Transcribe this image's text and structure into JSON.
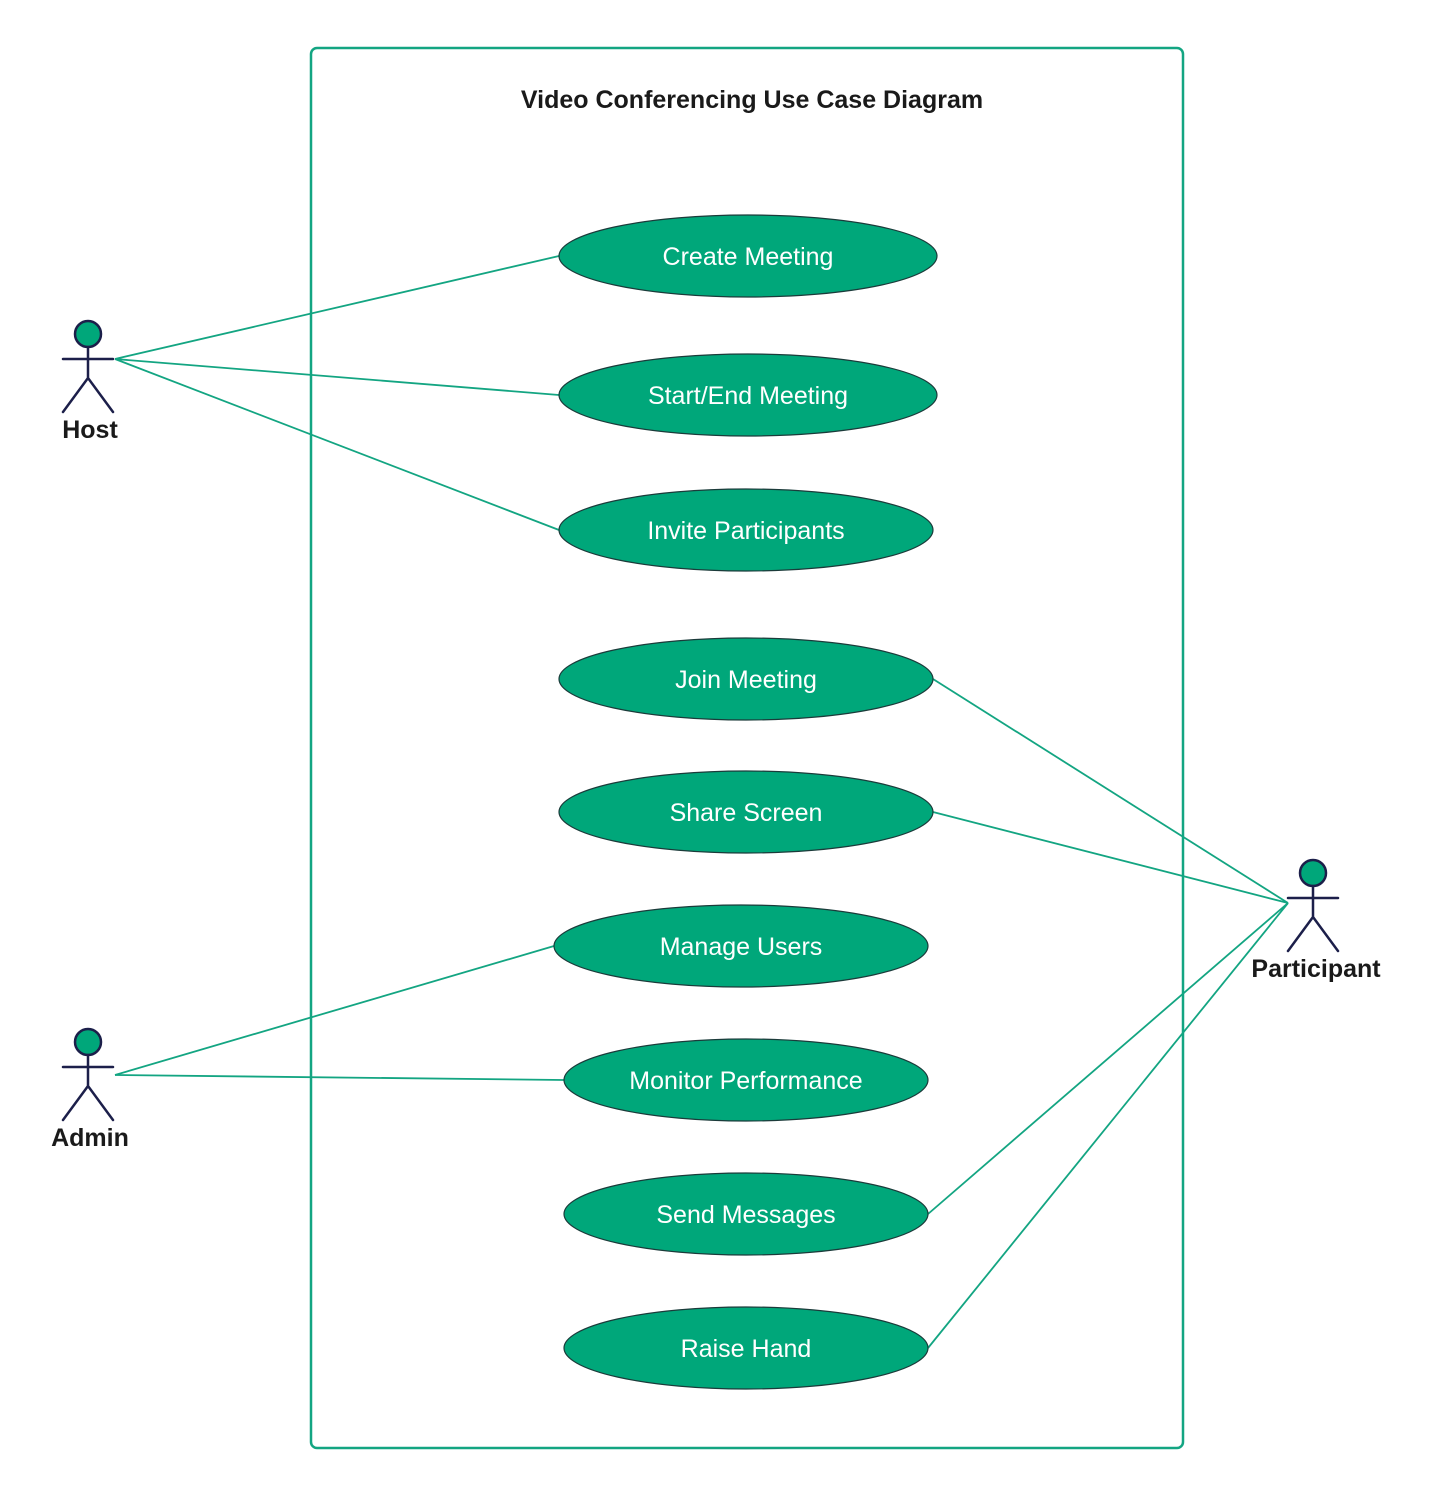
{
  "diagram": {
    "title": "Video Conferencing Use Case Diagram",
    "colors": {
      "accent": "#00a77a",
      "line": "#13a582",
      "ellipse_stroke": "#1b3b3a",
      "actor_stroke": "#1c1f4a",
      "use_case_text": "#ffffff"
    },
    "actors": [
      {
        "id": "host",
        "label": "Host"
      },
      {
        "id": "admin",
        "label": "Admin"
      },
      {
        "id": "participant",
        "label": "Participant"
      }
    ],
    "use_cases": [
      {
        "id": "create-meeting",
        "label": "Create Meeting"
      },
      {
        "id": "start-end-meeting",
        "label": "Start/End Meeting"
      },
      {
        "id": "invite-participants",
        "label": "Invite Participants"
      },
      {
        "id": "join-meeting",
        "label": "Join Meeting"
      },
      {
        "id": "share-screen",
        "label": "Share Screen"
      },
      {
        "id": "manage-users",
        "label": "Manage Users"
      },
      {
        "id": "monitor-performance",
        "label": "Monitor Performance"
      },
      {
        "id": "send-messages",
        "label": "Send Messages"
      },
      {
        "id": "raise-hand",
        "label": "Raise Hand"
      }
    ],
    "associations": [
      {
        "actor": "host",
        "use_case": "create-meeting"
      },
      {
        "actor": "host",
        "use_case": "start-end-meeting"
      },
      {
        "actor": "host",
        "use_case": "invite-participants"
      },
      {
        "actor": "participant",
        "use_case": "join-meeting"
      },
      {
        "actor": "participant",
        "use_case": "share-screen"
      },
      {
        "actor": "admin",
        "use_case": "manage-users"
      },
      {
        "actor": "admin",
        "use_case": "monitor-performance"
      },
      {
        "actor": "participant",
        "use_case": "send-messages"
      },
      {
        "actor": "participant",
        "use_case": "raise-hand"
      }
    ]
  }
}
